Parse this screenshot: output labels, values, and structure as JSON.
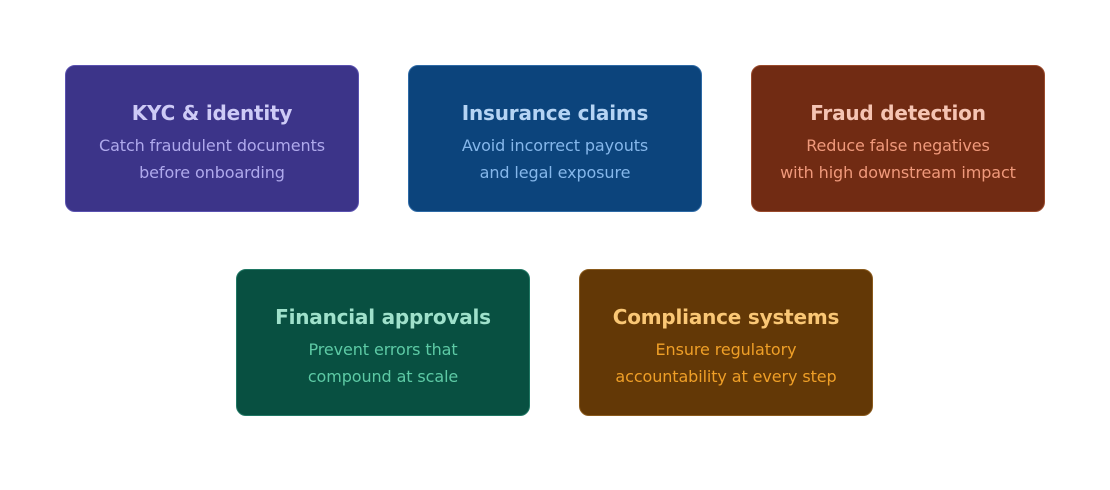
{
  "cards": [
    {
      "title": "KYC & identity",
      "line1": "Catch fraudulent documents",
      "line2": "before onboarding",
      "colors": {
        "background": "#3c3489",
        "title": "#cecbf6",
        "text": "#afa9ec"
      }
    },
    {
      "title": "Insurance claims",
      "line1": "Avoid incorrect payouts",
      "line2": "and legal exposure",
      "colors": {
        "background": "#0c447c",
        "title": "#b5d4f4",
        "text": "#85b7eb"
      }
    },
    {
      "title": "Fraud detection",
      "line1": "Reduce false negatives",
      "line2": "with high downstream impact",
      "colors": {
        "background": "#712b13",
        "title": "#f5c4b3",
        "text": "#f0997b"
      }
    },
    {
      "title": "Financial approvals",
      "line1": "Prevent errors that",
      "line2": "compound at scale",
      "colors": {
        "background": "#085041",
        "title": "#9fe1cb",
        "text": "#5dcaa5"
      }
    },
    {
      "title": "Compliance systems",
      "line1": "Ensure regulatory",
      "line2": "accountability at every step",
      "colors": {
        "background": "#633806",
        "title": "#fac775",
        "text": "#ef9f27"
      }
    }
  ]
}
